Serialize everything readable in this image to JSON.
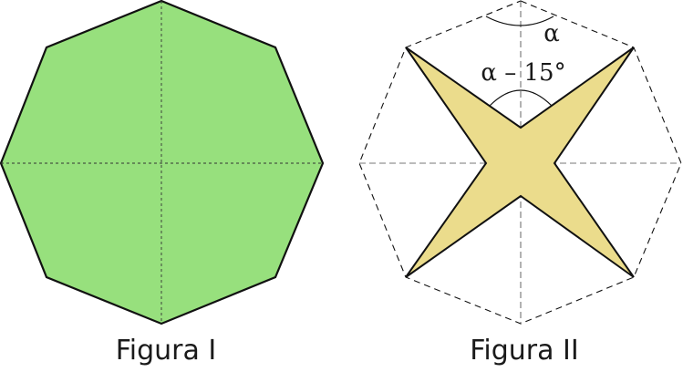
{
  "figure1": {
    "caption": "Figura I",
    "fill_color": "#97e07d"
  },
  "figure2": {
    "caption": "Figura II",
    "fill_color": "#ebdc8c",
    "angle_top_label": "α",
    "angle_inner_label": "α – 15°"
  }
}
